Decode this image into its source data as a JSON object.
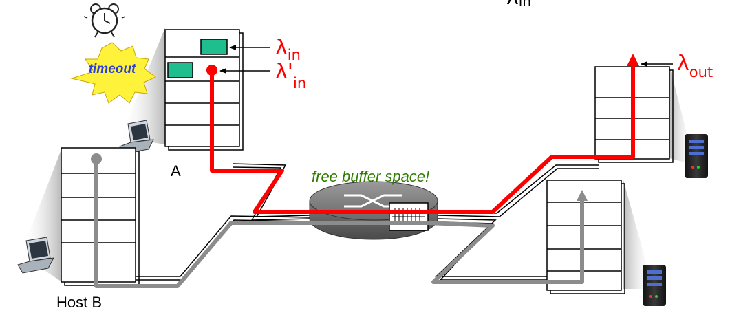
{
  "labels": {
    "host_a": "A",
    "host_b": "Host B",
    "timeout": "timeout",
    "free_buffer": "free buffer space!",
    "lambda_top_cut": "λ",
    "lambda_top_sub": "in",
    "lambda_in": "λ",
    "lambda_in_sub": "in",
    "lambda_in_prime": "λ'",
    "lambda_in_prime_sub": "in",
    "lambda_out": "λ",
    "lambda_out_sub": "out"
  },
  "colors": {
    "flow_red": "#ff0000",
    "flow_gray": "#8c8c8c",
    "packet_green": "#1fbe8e",
    "label_green": "#2e7d00",
    "starburst_yellow": "#fff23a",
    "timeout_blue": "#2c3fd8",
    "router_gray": "#777777"
  },
  "icons": [
    "alarm-clock-icon",
    "laptop-icon",
    "server-tower-icon"
  ]
}
